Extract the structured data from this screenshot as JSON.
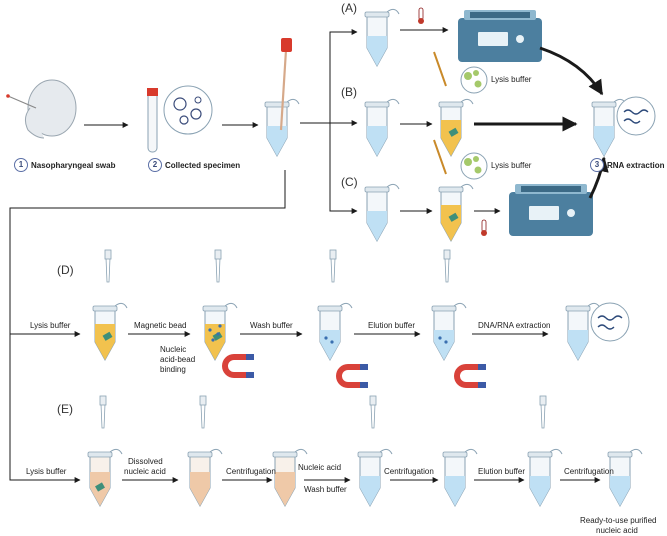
{
  "steps": {
    "swab_num": "1",
    "swab_label": "Nasopharyngeal swab",
    "specimen_num": "2",
    "specimen_label": "Collected specimen",
    "rna_num": "3",
    "rna_label": "RNA extraction"
  },
  "branches": {
    "a": "(A)",
    "b": "(B)",
    "c": "(C)",
    "d": "(D)",
    "e": "(E)"
  },
  "reagents": {
    "lysis_b": "Lysis buffer",
    "lysis_c": "Lysis buffer"
  },
  "section_d": {
    "lysis": "Lysis buffer",
    "magnetic": "Magnetic bead",
    "binding_1": "Nucleic",
    "binding_2": "acid-bead",
    "binding_3": "binding",
    "wash": "Wash buffer",
    "elution": "Elution buffer",
    "extraction": "DNA/RNA extraction"
  },
  "section_e": {
    "lysis": "Lysis buffer",
    "dissolved_1": "Dissolved",
    "dissolved_2": "nucleic acid",
    "centrifugation_1": "Centrifugation",
    "nucleic_acid": "Nucleic acid",
    "wash": "Wash buffer",
    "centrifugation_2": "Centrifugation",
    "elution": "Elution buffer",
    "centrifugation_3": "Centrifugation",
    "ready_1": "Ready-to-use purified",
    "ready_2": "nucleic acid"
  },
  "colors": {
    "tube_blue": "#cfe6f5",
    "tube_yellow": "#f2c24e",
    "tube_peach": "#efc9a8",
    "cap_red": "#d83a2c",
    "device": "#4c7f9f",
    "arrow": "#1a1a1a"
  }
}
